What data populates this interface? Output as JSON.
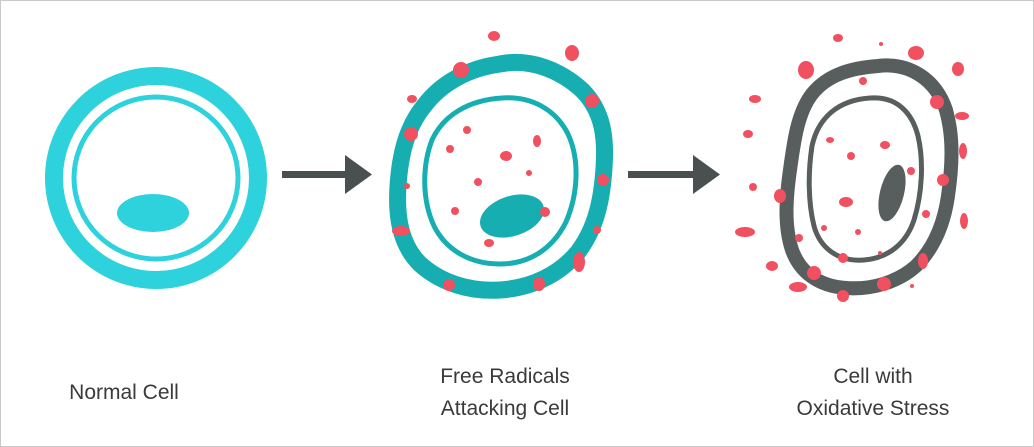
{
  "colors": {
    "normal_cell": "#2dd2dc",
    "attacked_cell": "#17aeb2",
    "stressed_cell": "#585d5d",
    "free_radical": "#f0505f",
    "arrow": "#4a4f50",
    "label_text": "#3a3a3a"
  },
  "stages": [
    {
      "label_lines": [
        "Normal Cell"
      ]
    },
    {
      "label_lines": [
        "Free Radicals",
        "Attacking Cell"
      ]
    },
    {
      "label_lines": [
        "Cell with",
        "Oxidative Stress"
      ]
    }
  ],
  "icons": {
    "arrows": [
      "right-arrow-icon",
      "right-arrow-icon"
    ]
  }
}
